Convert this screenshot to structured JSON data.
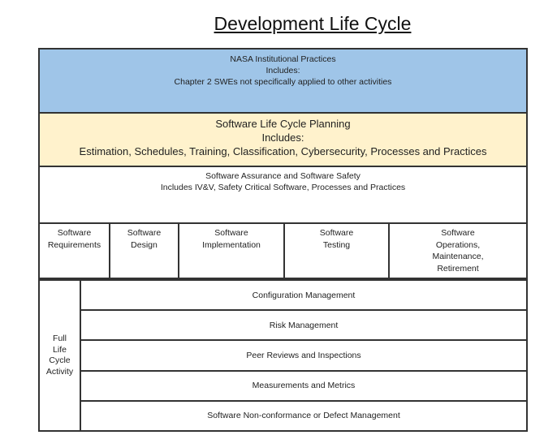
{
  "title": "Development Life Cycle",
  "colors": {
    "blue_fill": "#9FC5E8",
    "yellow_fill": "#FFF2CC",
    "border": "#333333",
    "text": "#1f1f1f"
  },
  "nasa_box": {
    "lines": [
      "NASA Institutional Practices",
      "Includes:",
      "Chapter 2 SWEs not specifically applied to other activities"
    ]
  },
  "planning_box": {
    "lines": [
      "Software Life Cycle Planning",
      "Includes:",
      "Estimation, Schedules, Training, Classification, Cybersecurity, Processes and Practices"
    ]
  },
  "assurance_box": {
    "lines": [
      "Software Assurance and Software Safety",
      "Includes IV&V, Safety Critical Software, Processes and Practices"
    ]
  },
  "phases": [
    {
      "name": "Software Requirements",
      "lines": [
        "Software",
        "Requirements"
      ]
    },
    {
      "name": "Software Design",
      "lines": [
        "Software",
        "Design"
      ]
    },
    {
      "name": "Software Implementation",
      "lines": [
        "Software",
        "Implementation"
      ]
    },
    {
      "name": "Software Testing",
      "lines": [
        "Software",
        "Testing"
      ]
    },
    {
      "name": "Software Operations, Maintenance, Retirement",
      "lines": [
        "Software",
        "Operations,",
        "Maintenance,",
        "Retirement"
      ]
    }
  ],
  "full_life_cycle": {
    "label_lines": [
      "Full",
      "Life",
      "Cycle",
      "Activity"
    ],
    "activities": [
      "Configuration Management",
      "Risk Management",
      "Peer Reviews and Inspections",
      "Measurements and Metrics",
      "Software Non-conformance or Defect Management"
    ]
  }
}
